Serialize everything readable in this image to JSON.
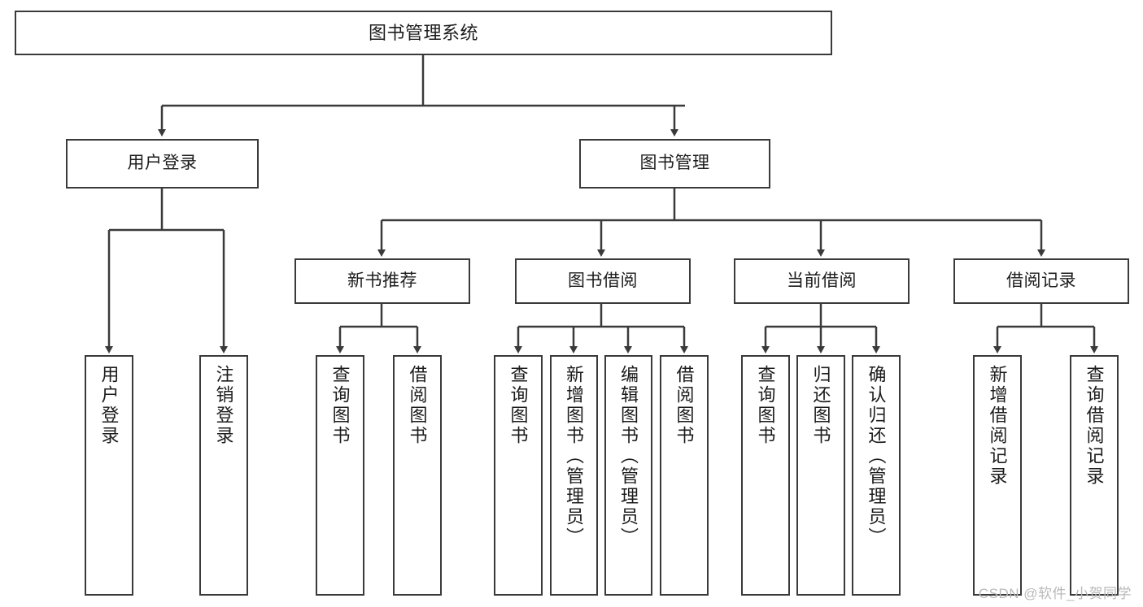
{
  "diagram": {
    "title": "图书管理系统",
    "type": "tree-hierarchy-chart",
    "watermark": "CSDN @软件_小贺同学",
    "stroke_color": "#3a3a3a",
    "fill_color": "#ffffff",
    "text_color": "#1c1c1c",
    "watermark_color": "#b9b9b9"
  },
  "nodes": {
    "root": {
      "label": "图书管理系统"
    },
    "level1": [
      {
        "label": "用户登录"
      },
      {
        "label": "图书管理"
      }
    ],
    "level2": [
      {
        "label": "新书推荐"
      },
      {
        "label": "图书借阅"
      },
      {
        "label": "当前借阅"
      },
      {
        "label": "借阅记录"
      }
    ],
    "leaves": {
      "user_login": [
        {
          "label": "用户登录"
        },
        {
          "label": "注销登录"
        }
      ],
      "new_book_recommend": [
        {
          "label": "查询图书"
        },
        {
          "label": "借阅图书"
        }
      ],
      "book_borrow": [
        {
          "label": "查询图书"
        },
        {
          "label": "新增图书（管理员）"
        },
        {
          "label": "编辑图书（管理员）"
        },
        {
          "label": "借阅图书"
        }
      ],
      "current_borrow": [
        {
          "label": "查询图书"
        },
        {
          "label": "归还图书"
        },
        {
          "label": "确认归还（管理员）"
        }
      ],
      "borrow_record": [
        {
          "label": "新增借阅记录"
        },
        {
          "label": "查询借阅记录"
        }
      ]
    }
  }
}
